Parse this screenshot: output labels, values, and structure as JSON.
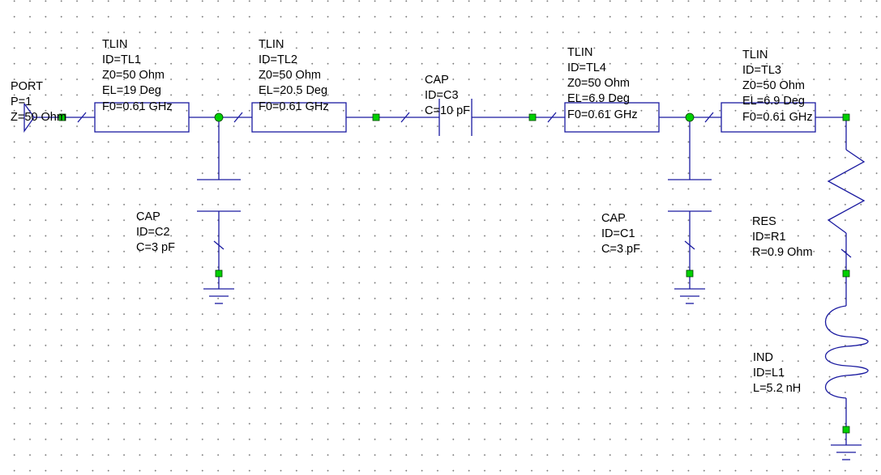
{
  "components": [
    {
      "key": "port1",
      "lines": [
        "PORT",
        "P=1",
        "Z=50 Ohm"
      ]
    },
    {
      "key": "tl1",
      "lines": [
        "TLIN",
        "ID=TL1",
        "Z0=50 Ohm",
        "EL=19 Deg",
        "F0=0.61 GHz"
      ]
    },
    {
      "key": "tl2",
      "lines": [
        "TLIN",
        "ID=TL2",
        "Z0=50 Ohm",
        "EL=20.5 Deg",
        "F0=0.61 GHz"
      ]
    },
    {
      "key": "c3",
      "lines": [
        "CAP",
        "ID=C3",
        "C=10 pF"
      ]
    },
    {
      "key": "tl4",
      "lines": [
        "TLIN",
        "ID=TL4",
        "Z0=50 Ohm",
        "EL=6.9 Deg",
        "F0=0.61 GHz"
      ]
    },
    {
      "key": "tl3",
      "lines": [
        "TLIN",
        "ID=TL3",
        "Z0=50 Ohm",
        "EL=6.9 Deg",
        "F0=0.61 GHz"
      ]
    },
    {
      "key": "c2",
      "lines": [
        "CAP",
        "ID=C2",
        "C=3 pF"
      ]
    },
    {
      "key": "c1",
      "lines": [
        "CAP",
        "ID=C1",
        "C=3 pF"
      ]
    },
    {
      "key": "r1",
      "lines": [
        "RES",
        "ID=R1",
        "R=0.9 Ohm"
      ]
    },
    {
      "key": "l1",
      "lines": [
        "IND",
        "ID=L1",
        "L=5.2 nH"
      ]
    }
  ],
  "colors": {
    "wire": "#1a1aa0",
    "node": "#00d000",
    "grid_dot": "#7a7a7a",
    "background": "#ffffff"
  }
}
